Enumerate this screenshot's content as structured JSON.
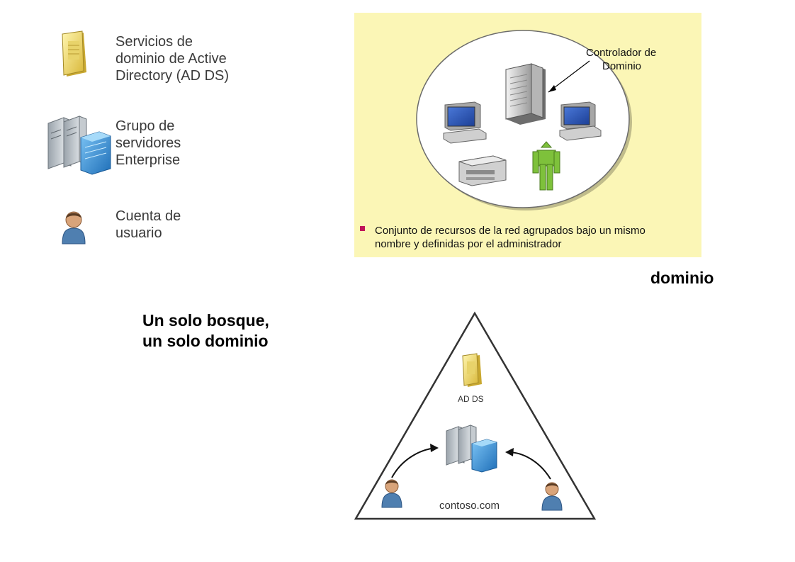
{
  "legend": {
    "adds_label_line1": "Servicios de",
    "adds_label_line2": "dominio de Active",
    "adds_label_line3": "Directory (AD DS)",
    "server_group_line1": "Grupo de",
    "server_group_line2": "servidores",
    "server_group_line3": "Enterprise",
    "user_account_line1": "Cuenta de",
    "user_account_line2": "usuario"
  },
  "domain_panel": {
    "controller_line1": "Controlador de",
    "controller_line2": "Dominio",
    "bullet_line1": "Conjunto de recursos de la red agrupados bajo un mismo",
    "bullet_line2": "nombre y definidas por el administrador"
  },
  "domain_heading": "dominio",
  "forest_heading_line1": "Un solo bosque,",
  "forest_heading_line2": "un solo dominio",
  "triangle": {
    "adds_label": "AD DS",
    "domain_name": "contoso.com"
  },
  "colors": {
    "panel_background": "#fbf6b6",
    "bullet": "#c0145a",
    "server_blue": "#2f8fd8"
  }
}
